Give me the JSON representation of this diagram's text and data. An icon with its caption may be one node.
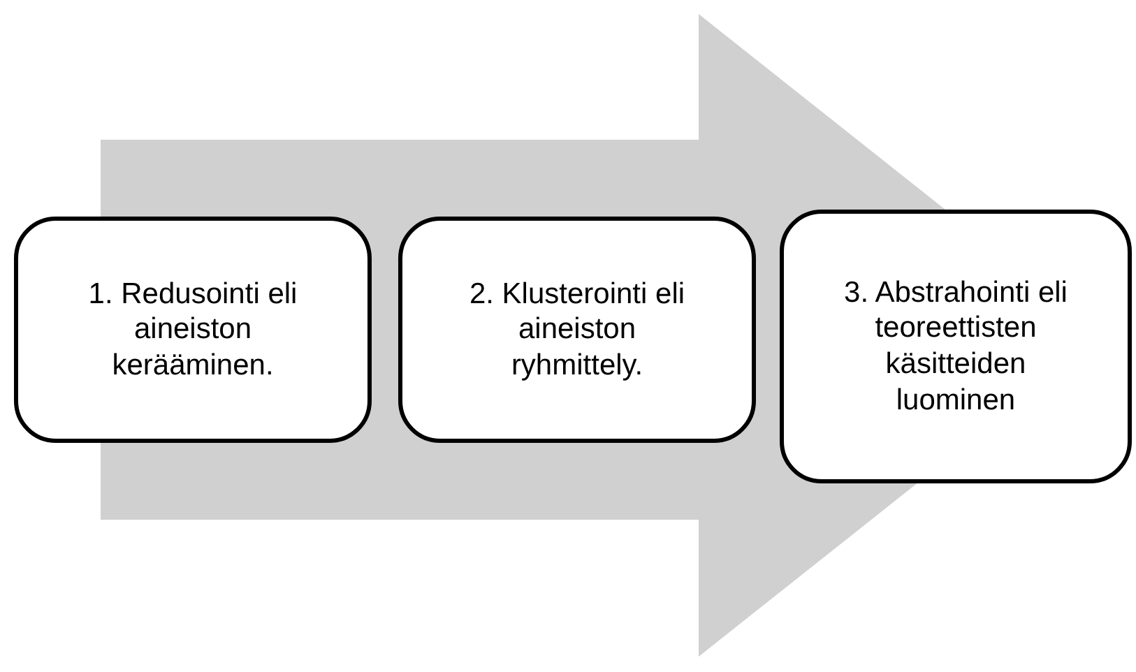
{
  "diagram": {
    "nodes": [
      {
        "text": [
          "1. Redusointi eli aineiston kerääminen."
        ]
      },
      {
        "text": [
          "2. Klusterointi eli aineiston ryhmittely."
        ]
      },
      {
        "text": [
          "3. Abstrahointi eli teoreettisten käsitteiden luominen"
        ]
      }
    ],
    "edges": [
      {
        "from": 0,
        "to": 2,
        "arrow": "to"
      }
    ]
  }
}
